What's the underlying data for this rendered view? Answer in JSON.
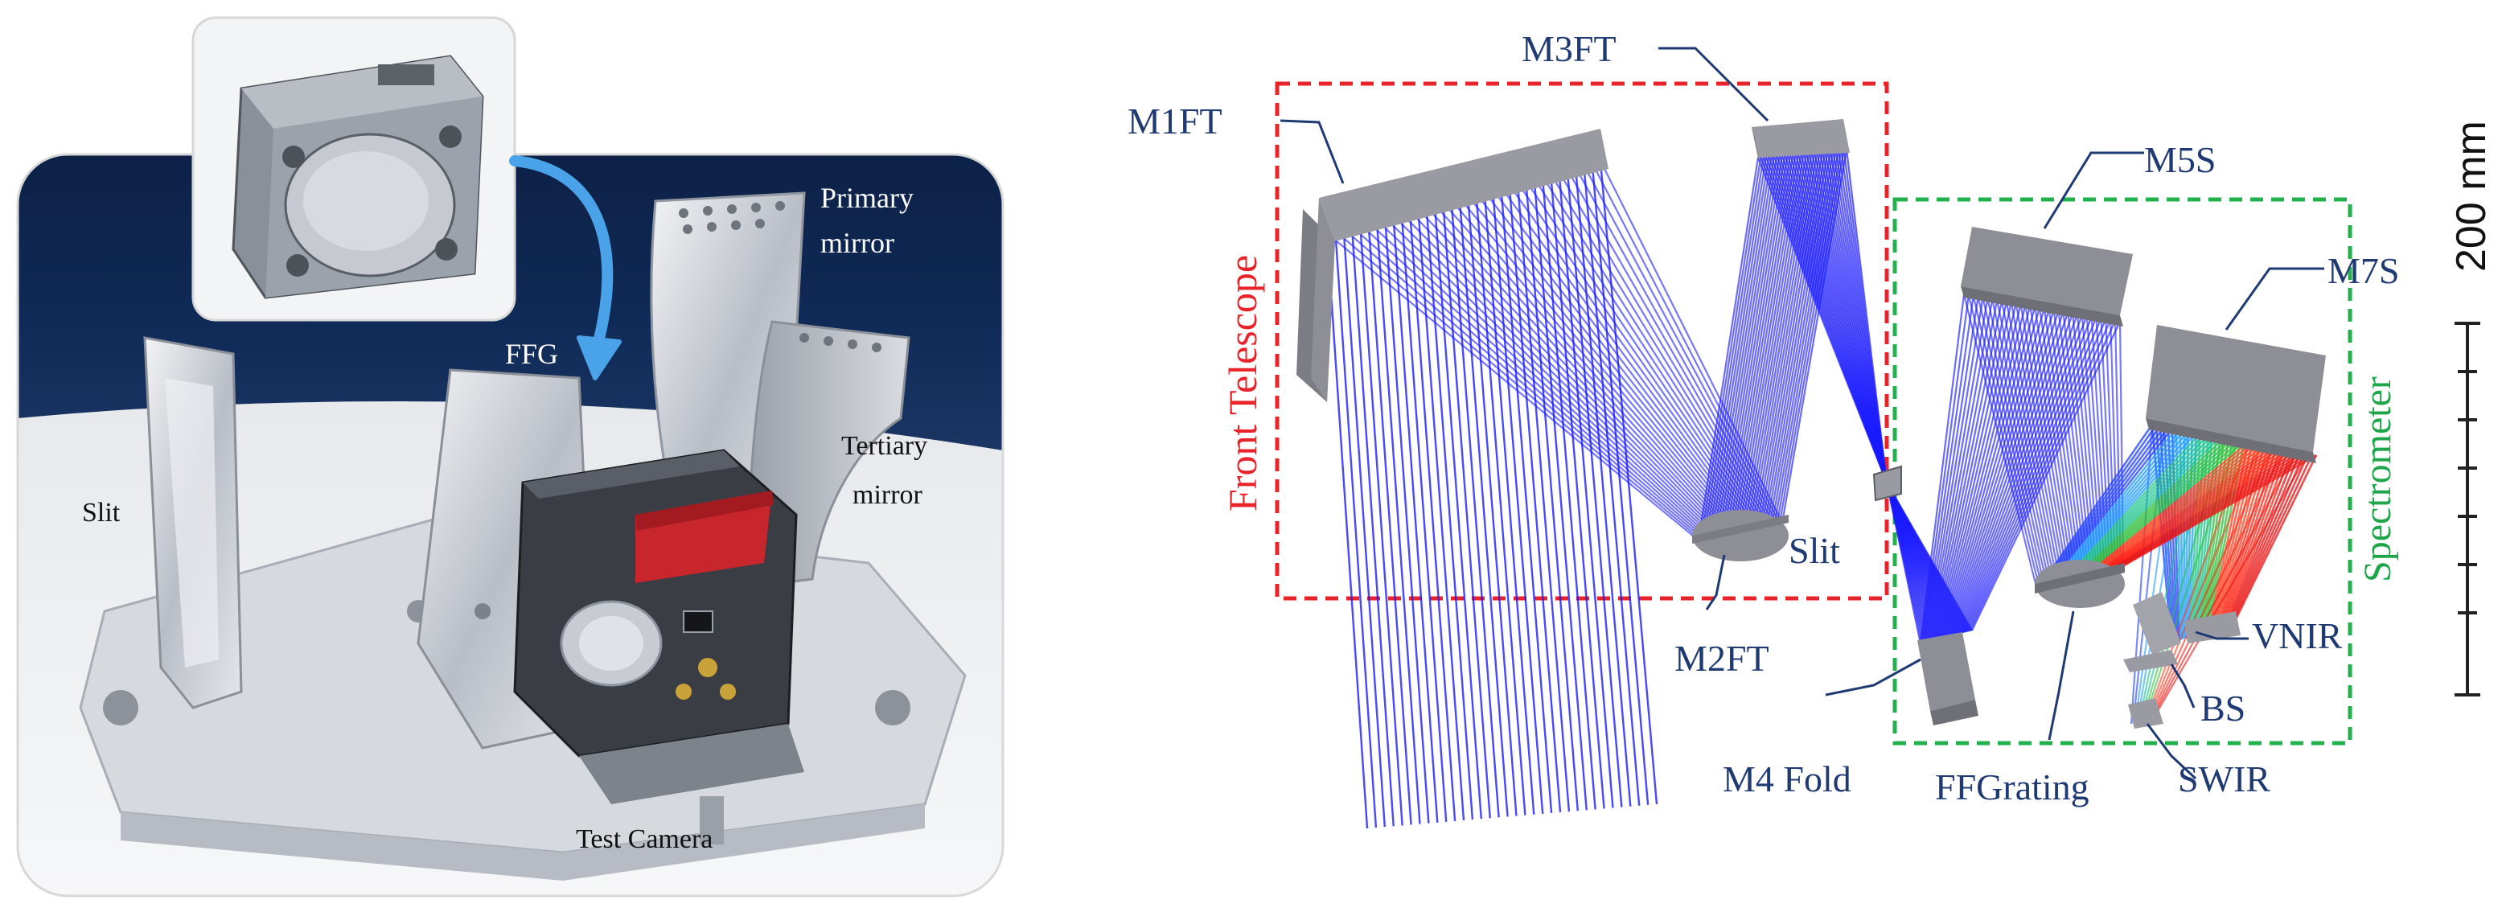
{
  "photo": {
    "labels": {
      "primary_mirror": [
        "Primary",
        "mirror"
      ],
      "tertiary_mirror": [
        "Tertiary",
        "mirror"
      ],
      "ffg": "FFG",
      "slit": "Slit",
      "test_camera": "Test Camera"
    }
  },
  "diagram": {
    "labels": {
      "m1ft": "M1FT",
      "m3ft": "M3FT",
      "m2ft": "M2FT",
      "m5s": "M5S",
      "m7s": "M7S",
      "slit": "Slit",
      "m4fold": "M4 Fold",
      "ffgrating": "FFGrating",
      "vnir": "VNIR",
      "bs": "BS",
      "swir": "SWIR"
    },
    "groups": {
      "front_telescope": "Front Telescope",
      "spectrometer": "Spectrometer"
    },
    "scale_bar": "200 mm",
    "colors": {
      "ray_blue": "#1a1aff",
      "front_box": "#e8242a",
      "spec_box": "#22b14c",
      "mirror_gray": "#8e8e96"
    }
  }
}
